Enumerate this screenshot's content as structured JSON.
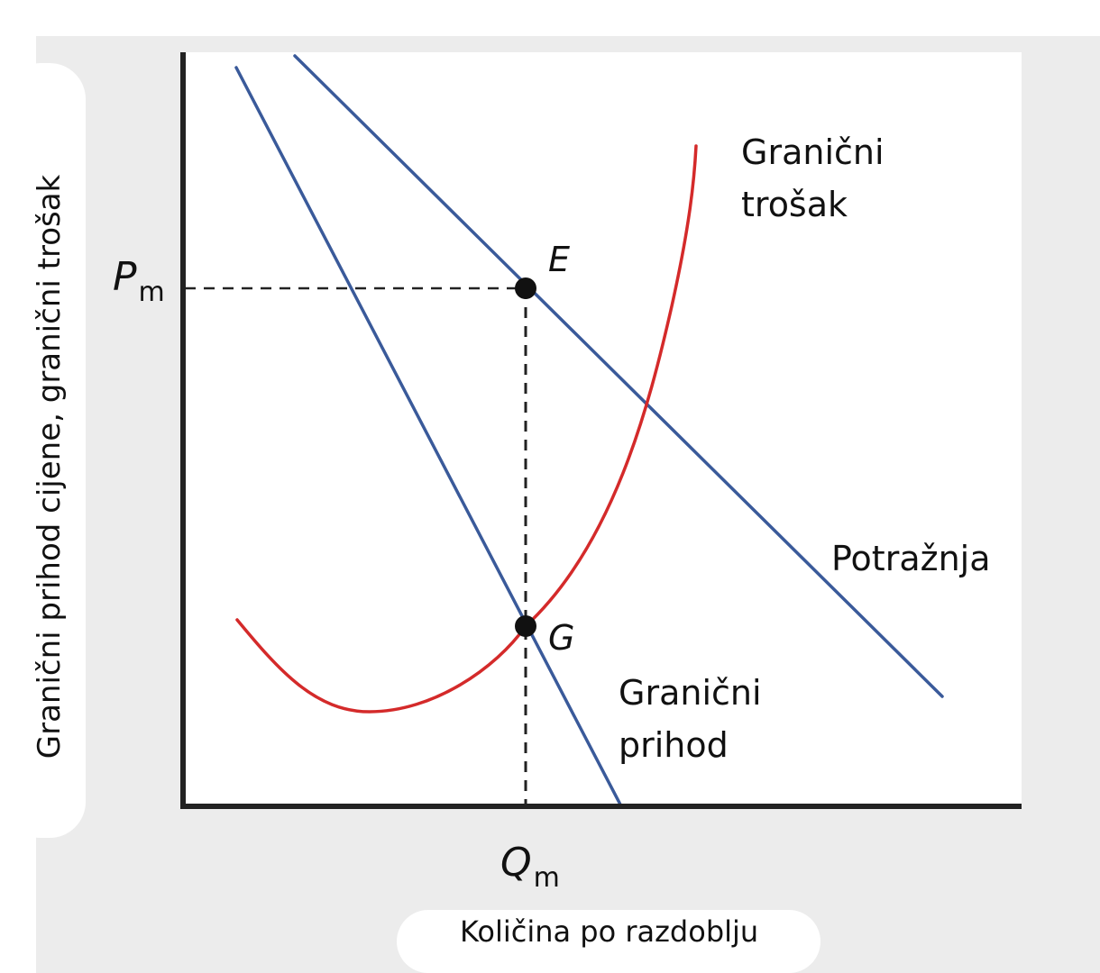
{
  "axis": {
    "y_label": "Granični prihod cijene, granični trošak",
    "x_label": "Količina po razdoblju",
    "y_tick_main": "P",
    "y_tick_sub": "m",
    "x_tick_main": "Q",
    "x_tick_sub": "m"
  },
  "curves": {
    "marginal_cost": {
      "line1": "Granični",
      "line2": "trošak",
      "color": "#d42a2a"
    },
    "demand": {
      "label": "Potražnja",
      "color": "#3a5a9a"
    },
    "marginal_revenue": {
      "line1": "Granični",
      "line2": "prihod",
      "color": "#3a5a9a"
    }
  },
  "points": {
    "e": "E",
    "g": "G"
  },
  "colors": {
    "axis": "#222222",
    "point": "#111111",
    "guide": "#222222"
  }
}
